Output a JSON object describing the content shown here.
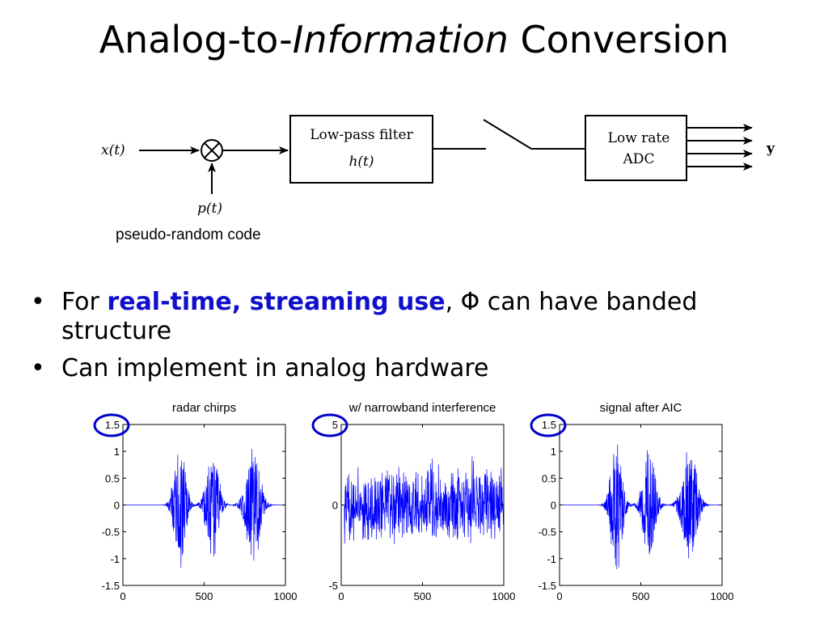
{
  "slide": {
    "title_part1": "Analog-to-",
    "title_italic": "Information",
    "title_part2": " Conversion"
  },
  "diagram": {
    "input_label": "x(t)",
    "code_label": "p(t)",
    "code_caption": "pseudo-random code",
    "filter_line1": "Low-pass filter",
    "filter_line2": "h(t)",
    "adc_line1": "Low rate",
    "adc_line2": "ADC",
    "output_label": "y"
  },
  "bullets": [
    {
      "prefix": "For ",
      "highlight": "real-time, streaming use",
      "suffix": ", Φ can have banded structure"
    },
    {
      "text": "Can implement in analog hardware"
    }
  ],
  "colors": {
    "accent": "#1010cc",
    "signal": "#0000ff",
    "circle": "#0000cc"
  },
  "chart_data": [
    {
      "type": "line",
      "title": "radar chirps",
      "xlim": [
        0,
        1000
      ],
      "ylim": [
        -1.5,
        1.5
      ],
      "xticks": [
        "0",
        "500",
        "1000"
      ],
      "yticks": [
        "1.5",
        "1",
        "0.5",
        "0",
        "-0.5",
        "-1",
        "-1.5"
      ],
      "circled_tick": "1.5",
      "envelope": {
        "bursts": [
          [
            350,
            20,
            1.3
          ],
          [
            550,
            22,
            1.1
          ],
          [
            800,
            25,
            1.2
          ]
        ],
        "noise": 0
      }
    },
    {
      "type": "line",
      "title": "w/ narrowband interference",
      "xlim": [
        0,
        1000
      ],
      "ylim": [
        -5,
        5
      ],
      "xticks": [
        "0",
        "500",
        "1000"
      ],
      "yticks": [
        "5",
        "0",
        "-5"
      ],
      "circled_tick": "5",
      "envelope": {
        "bursts": [
          [
            350,
            20,
            1.3
          ],
          [
            550,
            22,
            1.1
          ],
          [
            800,
            25,
            1.2
          ]
        ],
        "noise": 2.5,
        "range": [
          20,
          1000
        ]
      }
    },
    {
      "type": "line",
      "title": "signal after AIC",
      "xlim": [
        0,
        1000
      ],
      "ylim": [
        -1.5,
        1.5
      ],
      "xticks": [
        "0",
        "500",
        "1000"
      ],
      "yticks": [
        "1.5",
        "1",
        "0.5",
        "0",
        "-0.5",
        "-1",
        "-1.5"
      ],
      "circled_tick": "1.5",
      "envelope": {
        "bursts": [
          [
            350,
            20,
            1.3
          ],
          [
            550,
            22,
            1.1
          ],
          [
            800,
            25,
            1.2
          ]
        ],
        "noise": 0
      }
    }
  ]
}
